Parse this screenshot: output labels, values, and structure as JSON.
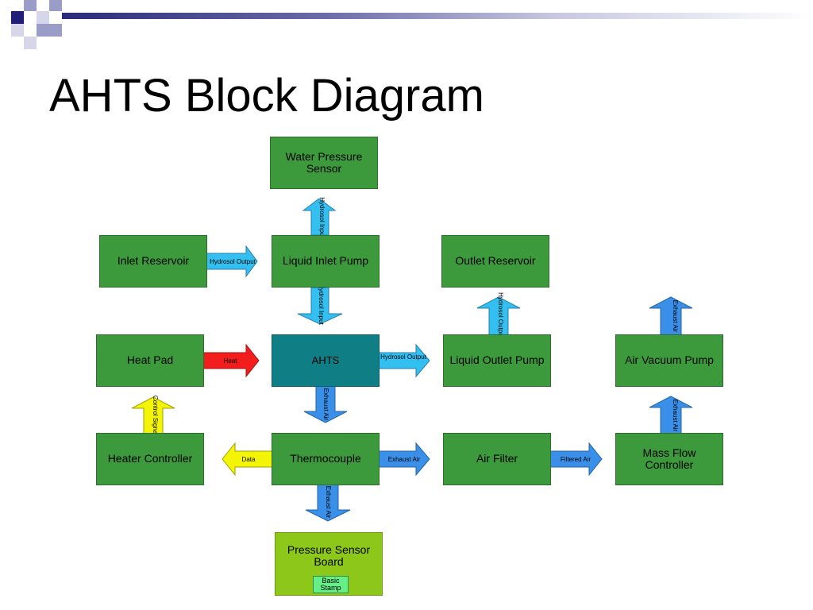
{
  "title": "AHTS Block Diagram",
  "colors": {
    "block_green": "#3c9a3c",
    "block_teal": "#0f7f85",
    "block_lime": "#8dc71a",
    "arrow_light_blue": "#33c0f0",
    "arrow_mid_blue": "#3a8fe8",
    "arrow_red": "#f21d1d",
    "arrow_yellow": "#f4f406",
    "stamp_green": "#66ee88"
  },
  "blocks": {
    "water_pressure_sensor": "Water Pressure Sensor",
    "inlet_reservoir": "Inlet Reservoir",
    "liquid_inlet_pump": "Liquid Inlet Pump",
    "outlet_reservoir": "Outlet Reservoir",
    "heat_pad": "Heat Pad",
    "ahts": "AHTS",
    "liquid_outlet_pump": "Liquid Outlet Pump",
    "air_vacuum_pump": "Air Vacuum Pump",
    "heater_controller": "Heater Controller",
    "thermocouple": "Thermocouple",
    "air_filter": "Air Filter",
    "mass_flow_controller": "Mass Flow Controller",
    "pressure_sensor_board": "Pressure Sensor Board",
    "basic_stamp": "Basic Stamp"
  },
  "arrows": {
    "hydrosol_input": "Hydrosol Input",
    "hydrosol_output": "Hydrosol Output",
    "heat": "Heat",
    "exhaust_air": "Exhaust Air",
    "control_signal": "Control Signal",
    "data": "Data",
    "filtered_air": "Filtered Air"
  }
}
